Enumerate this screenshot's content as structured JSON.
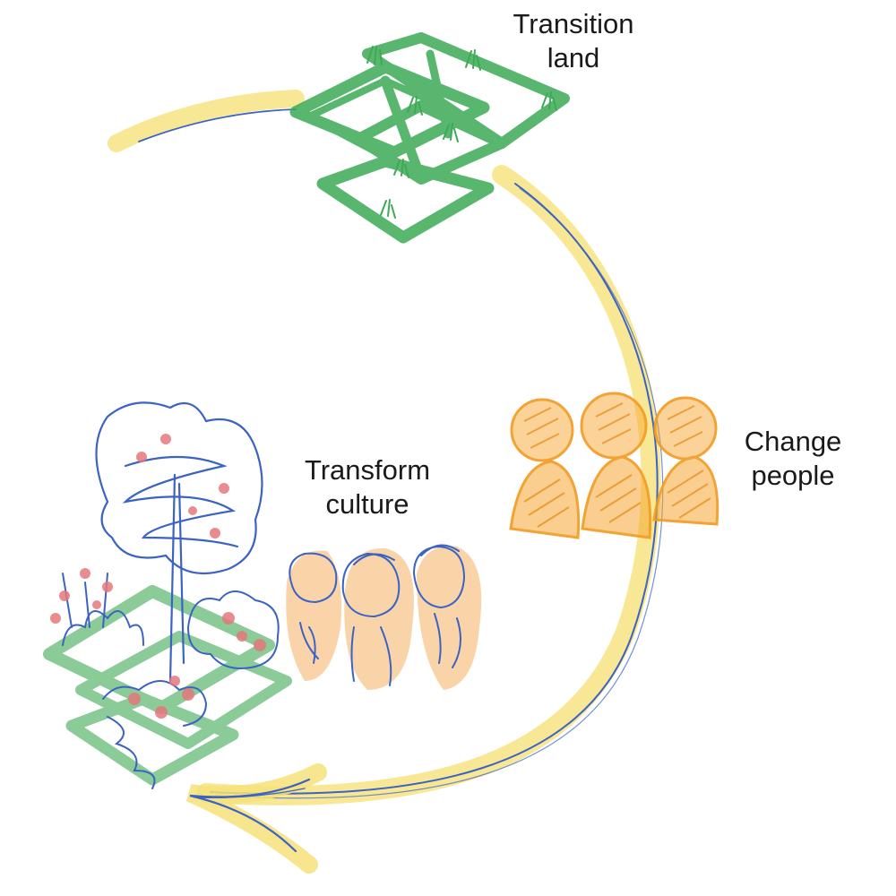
{
  "stages": [
    {
      "id": "transition-land",
      "lines": [
        "Transition",
        "land"
      ]
    },
    {
      "id": "change-people",
      "lines": [
        "Change",
        "people"
      ]
    },
    {
      "id": "transform-culture",
      "lines": [
        "Transform",
        "culture"
      ]
    }
  ],
  "colors": {
    "green": "#3daa55",
    "yellow": "#f4dc5a",
    "orange": "#f5a531",
    "blue": "#3b63c4",
    "pink": "#e5787c"
  }
}
